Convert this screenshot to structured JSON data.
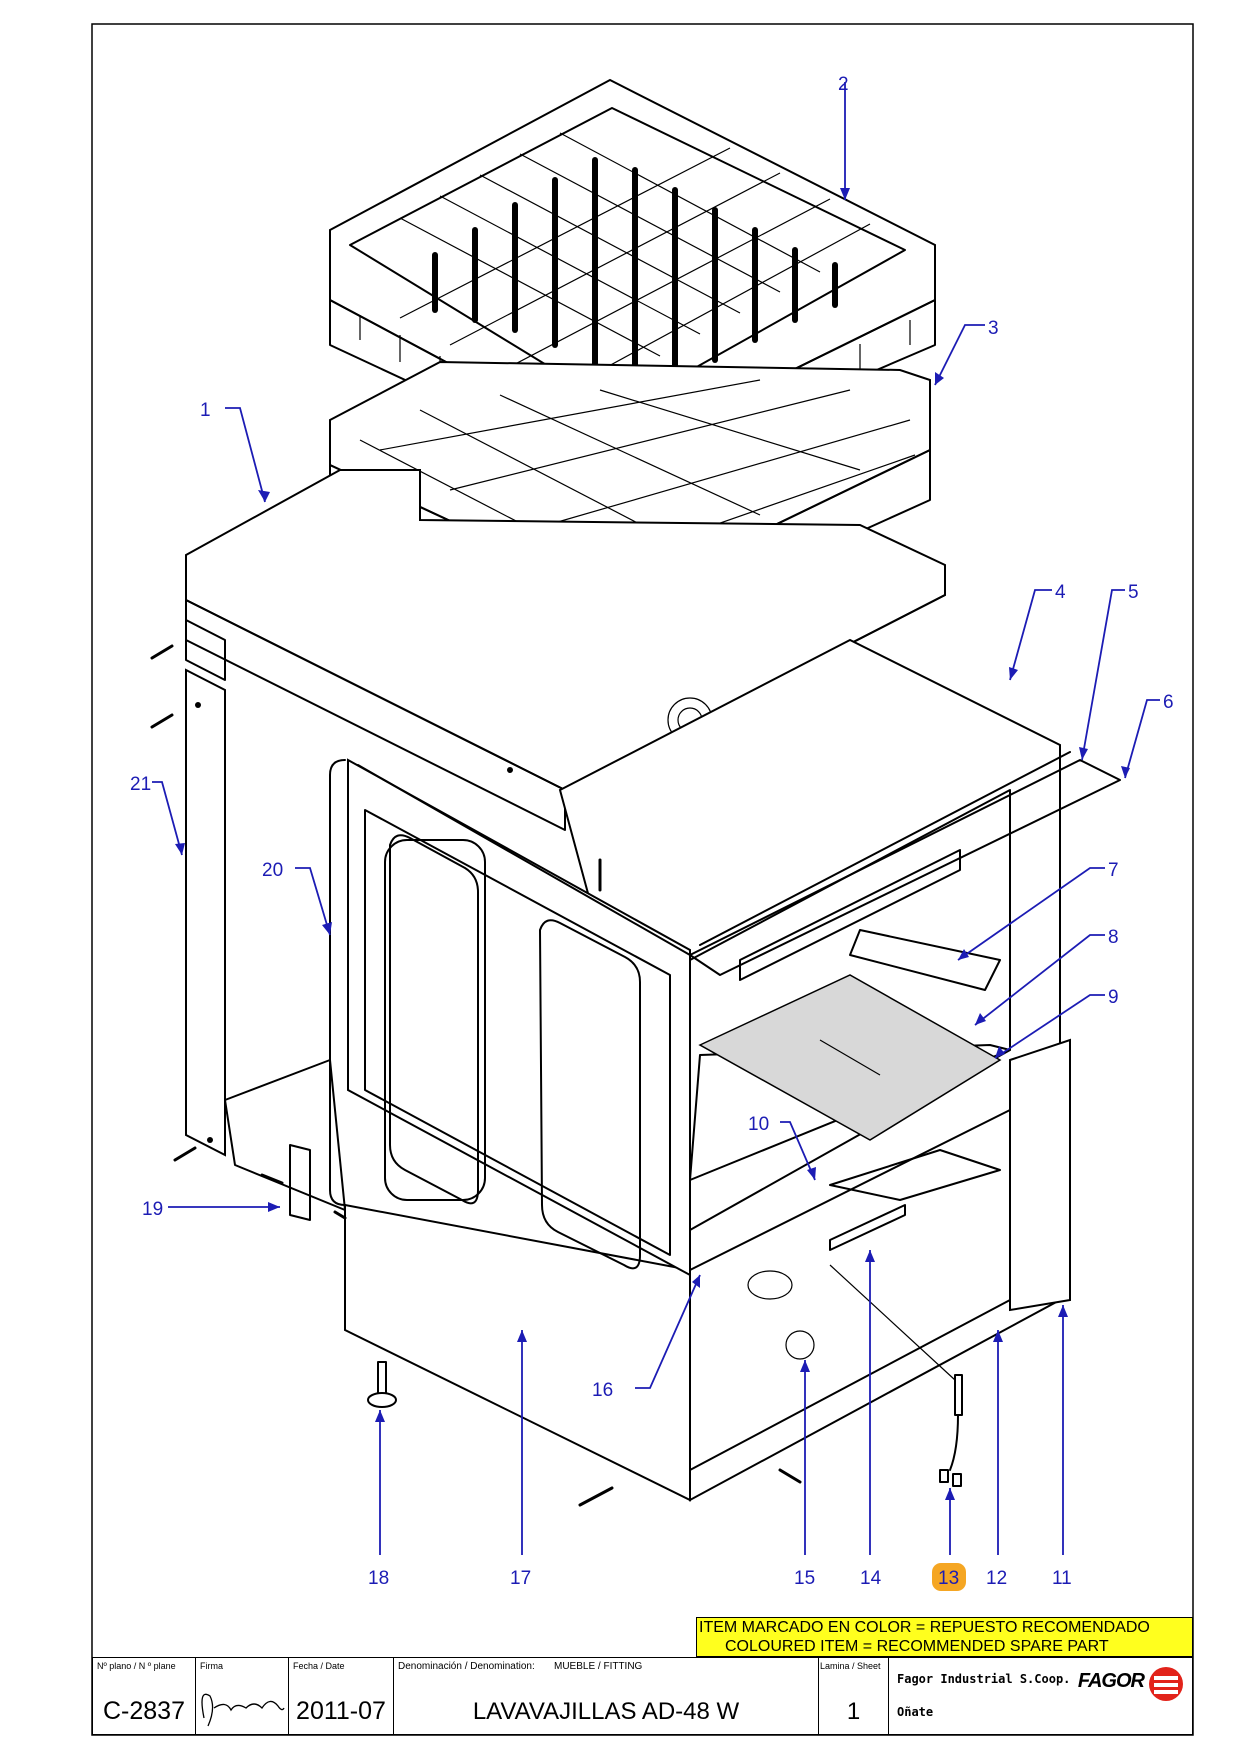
{
  "callouts": {
    "c1": "1",
    "c2": "2",
    "c3": "3",
    "c4": "4",
    "c5": "5",
    "c6": "6",
    "c7": "7",
    "c8": "8",
    "c9": "9",
    "c10": "10",
    "c11": "11",
    "c12": "12",
    "c13": "13",
    "c14": "14",
    "c15": "15",
    "c16": "16",
    "c17": "17",
    "c18": "18",
    "c19": "19",
    "c20": "20",
    "c21": "21"
  },
  "highlighted_callout": "13",
  "highlight_color": "#f5a623",
  "callout_color": "#1c1cb4",
  "notice": {
    "line1": "ITEM MARCADO EN COLOR = REPUESTO RECOMENDADO",
    "line2": "COLOURED  ITEM =  RECOMMENDED SPARE PART",
    "background": "#ffff1e"
  },
  "title_block": {
    "plan_label": "Nº plano / N º plane",
    "plan_value": "C-2837",
    "signature_label": "Firma",
    "date_label": "Fecha / Date",
    "date_value": "2011-07",
    "denomination_label": "Denominación / Denomination:",
    "denomination_sub": "MUEBLE / FITTING",
    "denomination_value": "LAVAVAJILLAS AD-48 W",
    "sheet_label": "Lamina / Sheet",
    "sheet_value": "1",
    "company": "Fagor Industrial S.Coop.",
    "city": "Oñate",
    "brand": "FAGOR",
    "brand_color": "#e2231a"
  }
}
